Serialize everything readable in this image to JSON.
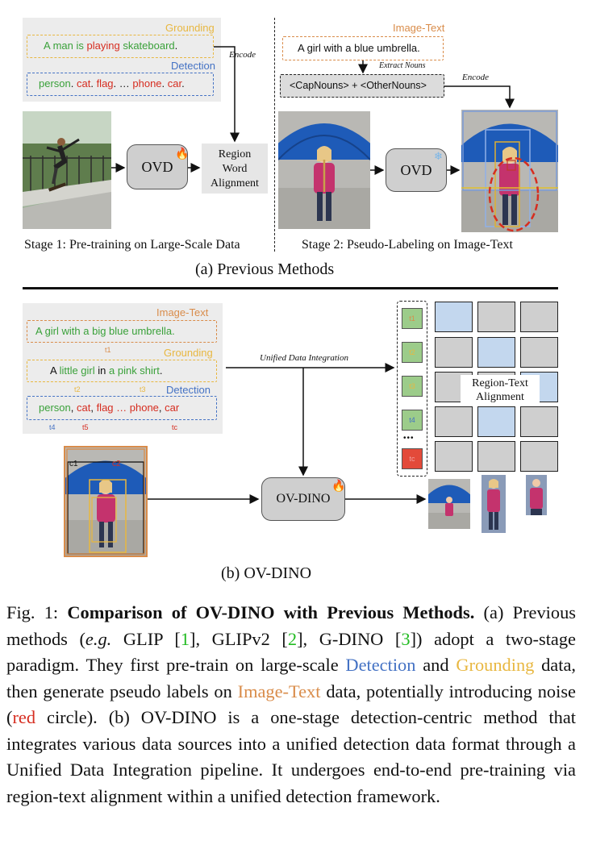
{
  "figure": {
    "top": {
      "stage1": {
        "grounding_label": "Grounding",
        "grounding_text": [
          "A ",
          "man",
          " is ",
          "playing",
          " ",
          "skateboard",
          "."
        ],
        "detection_label": "Detection",
        "detection_text": [
          "person",
          ". ",
          "cat",
          ". ",
          "flag",
          ". … ",
          "phone",
          ". ",
          "car",
          "."
        ],
        "encode_label": "Encode",
        "ovd_label": "OVD",
        "align_label": [
          "Region",
          "Word",
          "Alignment"
        ],
        "stage_caption": "Stage 1: Pre-training on Large-Scale Data"
      },
      "stage2": {
        "image_text_label": "Image-Text",
        "sentence": "A girl with a blue umbrella.",
        "extract_label": "Extract Nouns",
        "nouns_box": "<CapNouns> + <OtherNouns>",
        "encode_label": "Encode",
        "ovd_label": "OVD",
        "stage_caption": "Stage 2: Pseudo-Labeling on Image-Text"
      },
      "subcaption": "(a) Previous Methods"
    },
    "bottom": {
      "image_text_label": "Image-Text",
      "sentence1": "A girl with a big blue umbrella.",
      "t1": "t1",
      "grounding_label": "Grounding",
      "sentence2": [
        "A ",
        "little girl",
        " in ",
        "a pink shirt",
        "."
      ],
      "t2": "t2",
      "t3": "t3",
      "detection_label": "Detection",
      "det_items": [
        "person",
        ", ",
        "cat",
        ", ",
        "flag",
        " … ",
        "phone",
        ", ",
        "car"
      ],
      "t4": "t4",
      "t5": "t5",
      "tc": "tc",
      "c1": "c1",
      "c2": "c2",
      "unified_label": "Unified Data Integration",
      "ovdino_label": "OV-DINO",
      "token_labels": [
        "t1",
        "t2",
        "t3",
        "t4",
        "tc"
      ],
      "ellipsis": "•••",
      "region_text_label": [
        "Region-Text",
        "Alignment"
      ],
      "subcaption": "(b) OV-DINO"
    },
    "caption": {
      "fig": "Fig. 1: ",
      "title": "Comparison of OV-DINO with Previous Methods.",
      "p1": " (a) Previous methods (",
      "eg": "e.g.",
      "p2": " GLIP [",
      "r1": "1",
      "p3": "], GLIPv2 [",
      "r2": "2",
      "p4": "], G-DINO [",
      "r3": "3",
      "p5": "]) adopt a two-stage paradigm. They first pre-train on large-scale ",
      "w_detection": "Detection",
      "p6": " and ",
      "w_grounding": "Grounding",
      "p7": " data, then generate pseudo labels on ",
      "w_imagetext": "Image-Text",
      "p8": " data, potentially introducing noise (",
      "w_red": "red",
      "p9": " circle). (b) OV-DINO is a one-stage detection-centric method that integrates various data sources into a unified detection data format through a Unified Data Integration pipeline. It undergoes end-to-end pre-training via region-text alignment within a unified detection framework."
    },
    "colors": {
      "grounding": "#e8b740",
      "detection": "#4472c4",
      "image_text": "#d98c4a",
      "green": "#3aa13a",
      "red": "#d62d20",
      "ref_green": "#22bb22"
    }
  }
}
